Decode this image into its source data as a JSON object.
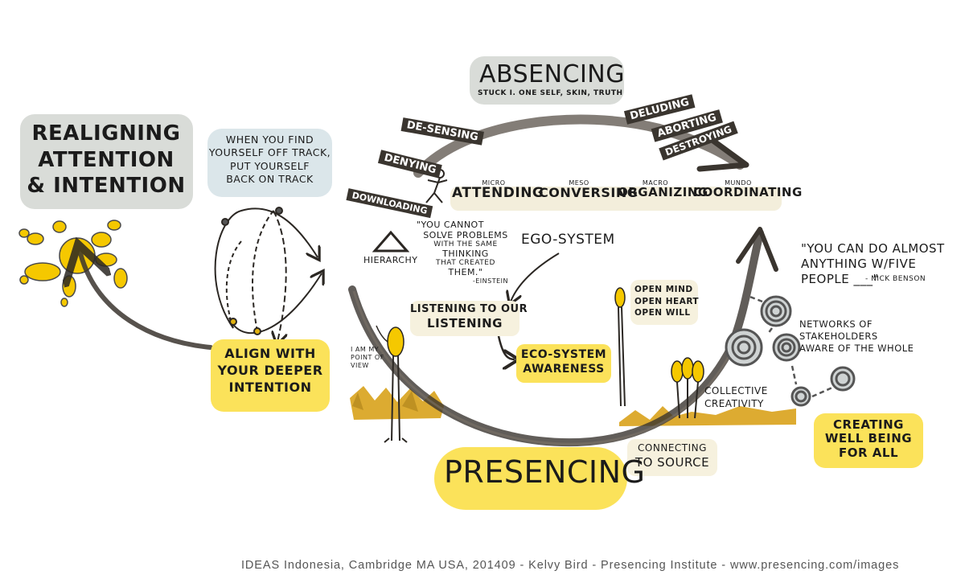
{
  "title_left": "REALIGNING ATTENTION & INTENTION",
  "off_track_note": [
    "WHEN YOU FIND",
    "YOURSELF OFF TRACK,",
    "PUT YOURSELF",
    "BACK ON TRACK"
  ],
  "align_note": [
    "ALIGN with",
    "YOUR DEEPER",
    "INTENTION"
  ],
  "absencing": {
    "title": "ABSENCING",
    "subtitle": "STUCK i. ONE SELF, SKIN, TRUTH",
    "left_tags": [
      "DE-SENSING",
      "DENYING",
      "DOWNLOADING"
    ],
    "right_tags": [
      "DELUDING",
      "ABORTING",
      "DESTROYING"
    ]
  },
  "levels": [
    {
      "scale": "MICRO",
      "label": "ATTENDING"
    },
    {
      "scale": "MESO",
      "label": "CONVERSING"
    },
    {
      "scale": "MACRO",
      "label": "ORGANIZING"
    },
    {
      "scale": "MUNDO",
      "label": "COORDINATING"
    }
  ],
  "quote_einstein": [
    "\"YOU CANNOT",
    "SOLVE PROBLEMS",
    "with THE SAME",
    "THINKING",
    "THAT CREATED",
    "THEM.\"",
    "-EINSTEIN"
  ],
  "hierarchy": "HIERARCHY",
  "ego_system": "EGO-SYSTEM",
  "listening": [
    "LISTENING to OUR",
    "LISTENING"
  ],
  "eco_system": [
    "ECO-SYSTEM",
    "AWARENESS"
  ],
  "point_of_view": [
    "I AM MY",
    "POINT of",
    "VIEW"
  ],
  "open": [
    "OPEN MIND",
    "OPEN HEART",
    "OPEN WILL"
  ],
  "collective": [
    "COLLECTIVE",
    "CREATIVITY"
  ],
  "connecting": [
    "CONNECTING",
    "to SOURCE"
  ],
  "presencing": "PRESENCING",
  "quote_benson": [
    "\"YOU CAN DO ALMOST",
    "ANYTHING w/FIVE",
    "PEOPLE ___\"",
    "- NICK BENSON"
  ],
  "networks": [
    "NETWORKS of",
    "STAKEHOLDERS",
    "AWARE of the WHOLE"
  ],
  "wellbeing": [
    "CREATING",
    "WELL BEING",
    "for ALL"
  ],
  "footer": "IDEAS Indonesia, Cambridge MA USA, 201409 - Kelvy Bird - Presencing Institute - www.presencing.com/images",
  "colors": {
    "yellow": "#fbe25a",
    "sun": "#f5c800",
    "grey_bubble": "#d9dcd8",
    "blue_bubble": "#dbe6ea",
    "ink": "#2b2723",
    "gold_texture": "#d9a21b"
  }
}
